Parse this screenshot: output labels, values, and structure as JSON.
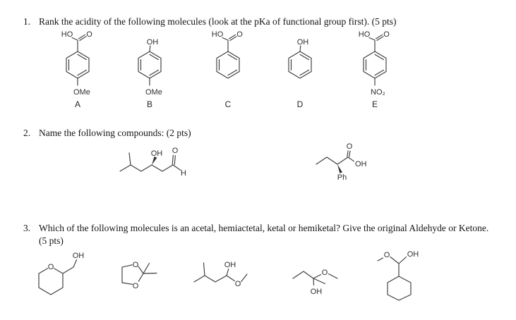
{
  "q1": {
    "number": "1.",
    "text": "Rank the acidity of the following molecules (look at the pKa of functional group first). (5 pts)",
    "molecules": [
      {
        "letter": "A",
        "structure": "4-methoxybenzoic acid",
        "top_group": "COOH",
        "bottom_label": "OMe"
      },
      {
        "letter": "B",
        "structure": "4-methoxyphenol",
        "top_group": "OH",
        "bottom_label": "OMe"
      },
      {
        "letter": "C",
        "structure": "benzoic acid",
        "top_group": "COOH",
        "bottom_label": ""
      },
      {
        "letter": "D",
        "structure": "phenol",
        "top_group": "OH",
        "bottom_label": ""
      },
      {
        "letter": "E",
        "structure": "4-nitrobenzoic acid",
        "top_group": "COOH",
        "bottom_label": "NO₂"
      }
    ]
  },
  "q2": {
    "number": "2.",
    "text": "Name the following compounds: (2 pts)",
    "structures": [
      "3-hydroxy-5-methylhexanal",
      "2-phenylbutanoic acid"
    ]
  },
  "q3": {
    "number": "3.",
    "line1": "Which of the following molecules is an acetal, hemiactetal, ketal or hemiketal? Give the original Aldehyde or Ketone.",
    "line2": "(5 pts)",
    "structures": [
      "(oxan-2-yl)methanol",
      "2,2-dimethyl-1,3-dioxolane",
      "1-methoxy-3-methylbutan-1-ol",
      "2-methoxybutan-2-ol",
      "cyclohexyl(methoxy)methanol"
    ]
  },
  "atoms": {
    "ho": "HO",
    "o": "O",
    "oh": "OH",
    "ome": "OMe",
    "no2": "NO₂",
    "h": "H",
    "ph": "Ph"
  }
}
